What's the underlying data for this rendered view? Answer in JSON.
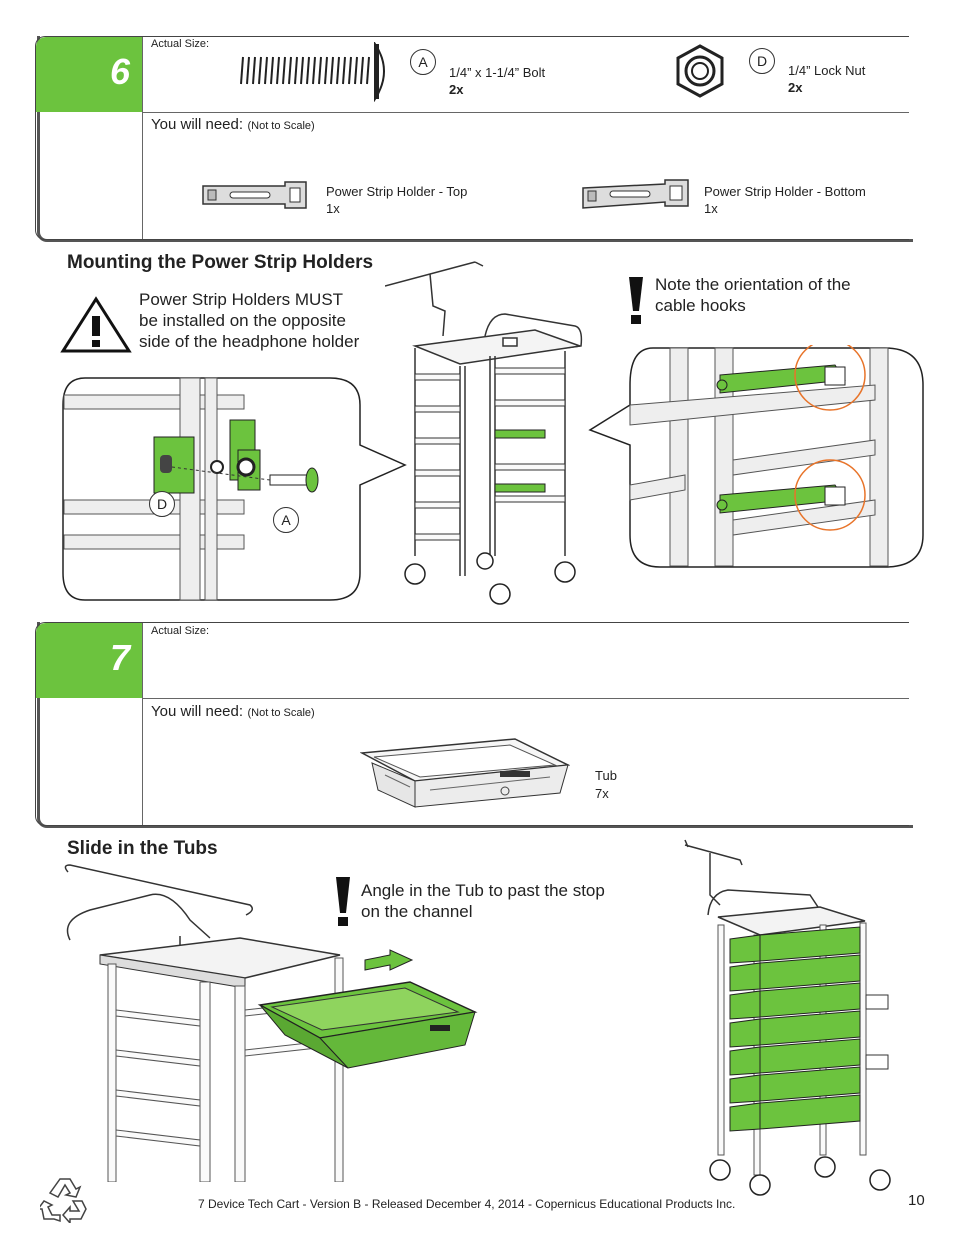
{
  "step6": {
    "number": "6",
    "actual_size_label": "Actual Size:",
    "part_a": {
      "letter": "A",
      "name": "1/4” x 1-1/4” Bolt",
      "qty": "2x"
    },
    "part_d": {
      "letter": "D",
      "name": "1/4” Lock Nut",
      "qty": "2x"
    },
    "you_will_need": "You will need:",
    "not_to_scale": "(Not to Scale)",
    "item_top": {
      "name": "Power Strip Holder - Top",
      "qty": "1x"
    },
    "item_bottom": {
      "name": "Power Strip Holder - Bottom",
      "qty": "1x"
    }
  },
  "mounting": {
    "heading": "Mounting the Power Strip Holders",
    "warning_line1": "Power Strip Holders MUST",
    "warning_line2": "be installed on the opposite",
    "warning_line3": "side of the headphone holder",
    "note_line1": "Note the orientation of the",
    "note_line2": "cable hooks",
    "label_d": "D",
    "label_a": "A"
  },
  "step7": {
    "number": "7",
    "actual_size_label": "Actual Size:",
    "you_will_need": "You will need:",
    "not_to_scale": "(Not to Scale)",
    "item_tub": {
      "name": "Tub",
      "qty": "7x"
    }
  },
  "slide": {
    "heading": "Slide in the Tubs",
    "note_line1": "Angle in the Tub to past the stop",
    "note_line2": "on the channel"
  },
  "footer": {
    "text": "7 Device Tech Cart - Version B - Released December 4, 2014 - Copernicus Educational Products Inc.",
    "page": "10"
  },
  "colors": {
    "accent_green": "#6cc33e",
    "warning": "#000000",
    "highlight_circle": "#e8742a"
  }
}
